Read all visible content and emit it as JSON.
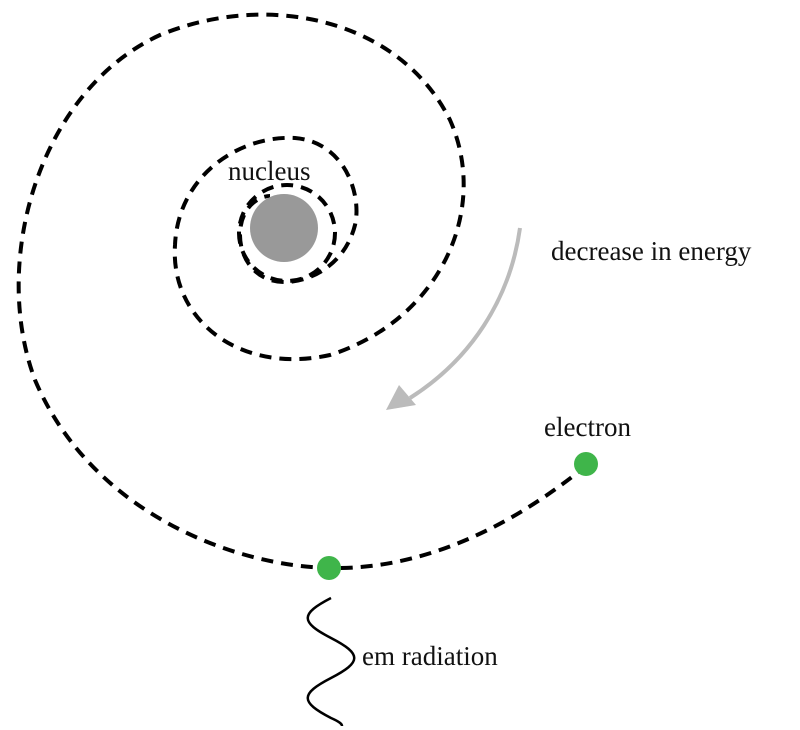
{
  "labels": {
    "nucleus": "nucleus",
    "energy": "decrease in energy",
    "electron": "electron",
    "radiation": "em radiation"
  },
  "colors": {
    "orbit": "#000000",
    "nucleus": "#999999",
    "electron": "#3fb54a",
    "arrow": "#bbbbbb",
    "wave": "#000000"
  }
}
